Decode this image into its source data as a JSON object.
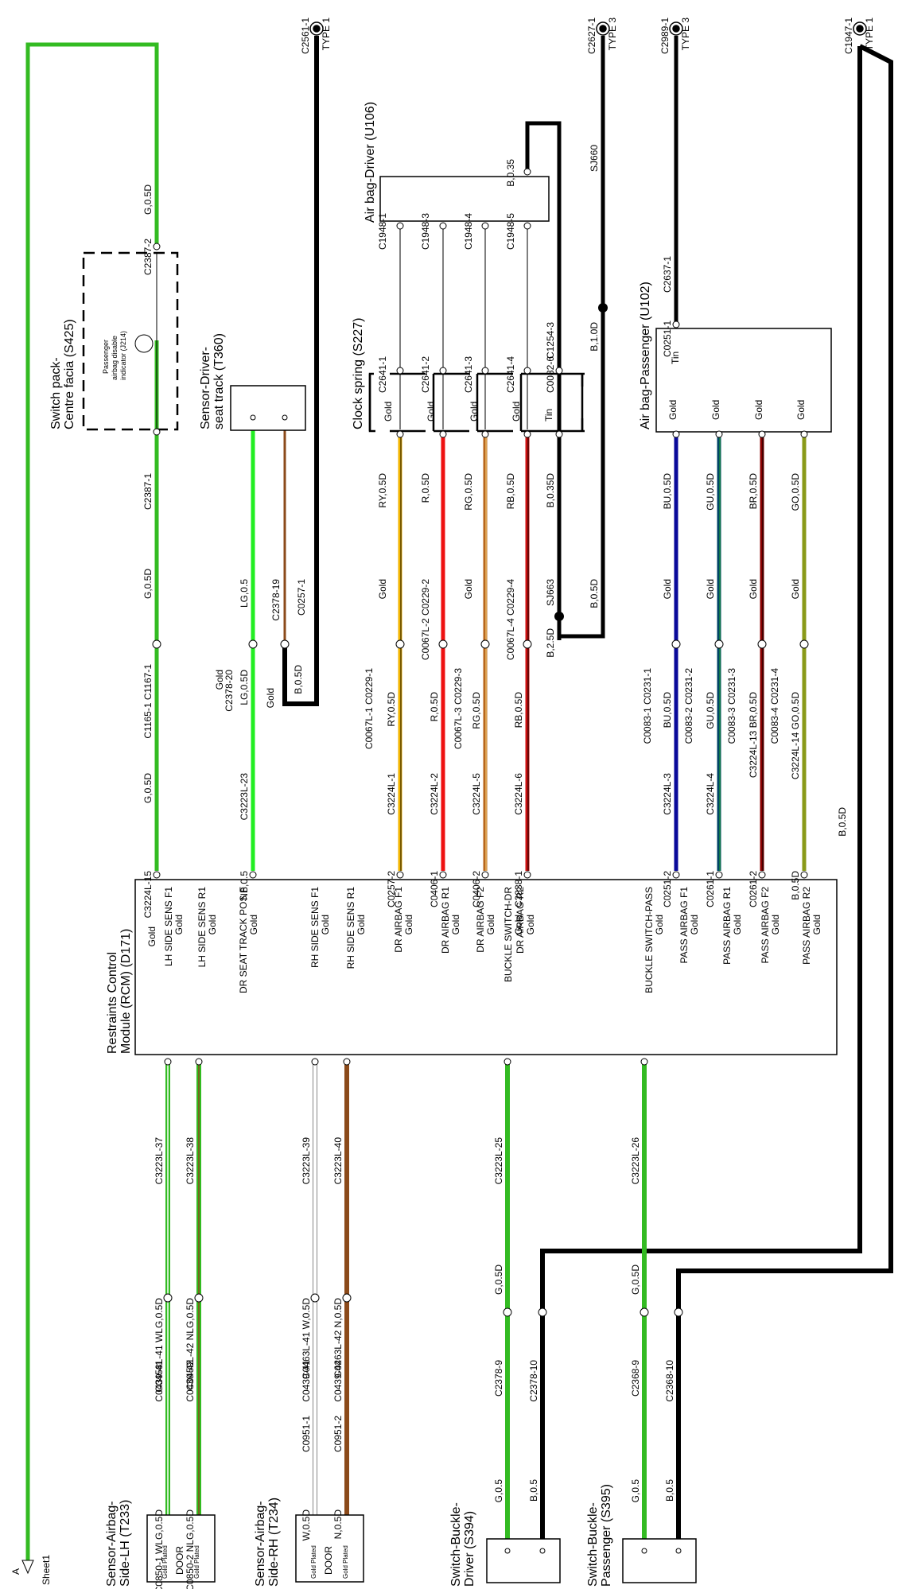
{
  "diagram": {
    "rcm": {
      "title": "Restraints Control Module (RCM) (D171)",
      "pins_top": [
        {
          "label": "Gold",
          "finish": ""
        },
        {
          "label": "LH SIDE SENS F1",
          "finish": "Gold"
        },
        {
          "label": "LH SIDE SENS R1",
          "finish": "Gold"
        },
        {
          "label": "DR SEAT TRACK POS F",
          "finish": "Gold"
        },
        {
          "label": "RH SIDE SENS F1",
          "finish": "Gold"
        },
        {
          "label": "RH SIDE SENS R1",
          "finish": "Gold"
        },
        {
          "label": "DR AIRBAG F1",
          "finish": "Gold"
        },
        {
          "label": "DR AIRBAG R1",
          "finish": "Gold"
        },
        {
          "label": "DR AIRBAG F2",
          "finish": "Gold"
        },
        {
          "label": "BUCKLE SWITCH-DR",
          "finish": "Gold"
        },
        {
          "label": "DR AIRBAG R2",
          "finish": "Gold"
        },
        {
          "label": "BUCKLE SWITCH-PASS",
          "finish": "Gold"
        },
        {
          "label": "PASS AIRBAG F1",
          "finish": "Gold"
        },
        {
          "label": "PASS AIRBAG R1",
          "finish": "Gold"
        },
        {
          "label": "PASS AIRBAG F2",
          "finish": "Gold"
        },
        {
          "label": "PASS AIRBAG R2",
          "finish": "Gold"
        }
      ]
    },
    "components": {
      "switch_pack": {
        "title1": "Switch pack-",
        "title2": "Centre facia (S425)",
        "indicator1": "Passenger",
        "indicator2": "airbag disable",
        "indicator3": "indicator (J214)"
      },
      "seat_track": {
        "title1": "Sensor-Driver-",
        "title2": "seat track (T360)"
      },
      "clock_spring": {
        "title": "Clock spring (S227)",
        "pins": [
          "Gold",
          "Gold",
          "Gold",
          "Gold",
          "Tin"
        ]
      },
      "airbag_driver": {
        "title": "Air bag-Driver (U106)"
      },
      "airbag_passenger": {
        "title": "Air bag-Passenger (U102)",
        "pins": [
          "Gold",
          "Gold",
          "Gold",
          "Gold",
          "Tin"
        ]
      },
      "sensor_lh": {
        "title1": "Sensor-Airbag-",
        "title2": "Side-LH (T233)",
        "box_top": "Gold Plated",
        "box_mid": "DOOR",
        "box_bot": "Gold Plated"
      },
      "sensor_rh": {
        "title1": "Sensor-Airbag-",
        "title2": "Side-RH (T234)",
        "box_top": "Gold Plated",
        "box_mid": "DOOR",
        "box_bot": "Gold Plated"
      },
      "buckle_driver": {
        "title1": "Switch-Buckle-",
        "title2": "Driver (S394)"
      },
      "buckle_passenger": {
        "title1": "Switch-Buckle-",
        "title2": "Passenger (S395)"
      }
    },
    "sheet_ref": {
      "letter": "A",
      "label": "Sheet1"
    },
    "grounds": [
      {
        "id": "C2561-1",
        "type": "TYPE 1"
      },
      {
        "id": "C2627-1",
        "type": "TYPE 3"
      },
      {
        "id": "C2989-1",
        "type": "TYPE 3"
      },
      {
        "id": "C1947-1",
        "type": "TYPE 1"
      }
    ],
    "top_labels": [
      {
        "text": "G,0.5D"
      },
      {
        "text": "C2387-2"
      },
      {
        "text": "C2387-1"
      },
      {
        "text": "G,0.5D"
      },
      {
        "text": "C1165-1 C1167-1"
      },
      {
        "text": "G,0.5D"
      },
      {
        "text": "C3224L-15"
      },
      {
        "text": "LG,0.5"
      },
      {
        "text": "Gold"
      },
      {
        "text": "C2378-20"
      },
      {
        "text": "LG,0.5D"
      },
      {
        "text": "C3223L-23"
      },
      {
        "text": "NB,0.5"
      },
      {
        "text": "C2378-19"
      },
      {
        "text": "Gold"
      },
      {
        "text": "B,0.5D"
      },
      {
        "text": "C0257-1"
      },
      {
        "text": "C1948-1"
      },
      {
        "text": "C2641-1"
      },
      {
        "text": "RY,0.5D"
      },
      {
        "text": "Gold"
      },
      {
        "text": "C0067L-1 C0229-1"
      },
      {
        "text": "RY,0.5D"
      },
      {
        "text": "C3224L-1"
      },
      {
        "text": "C0257-2"
      },
      {
        "text": "C1948-3"
      },
      {
        "text": "C2641-2"
      },
      {
        "text": "R,0.5D"
      },
      {
        "text": "C0067L-2 C0229-2"
      },
      {
        "text": "R,0.5D"
      },
      {
        "text": "C3224L-2"
      },
      {
        "text": "C0406-1"
      },
      {
        "text": "C1948-4"
      },
      {
        "text": "C2641-3"
      },
      {
        "text": "RG,0.5D"
      },
      {
        "text": "Gold"
      },
      {
        "text": "C0067L-3 C0229-3"
      },
      {
        "text": "RG,0.5D"
      },
      {
        "text": "C3224L-5"
      },
      {
        "text": "C0406-2"
      },
      {
        "text": "C1948-5"
      },
      {
        "text": "C2641-4"
      },
      {
        "text": "RB,0.5D"
      },
      {
        "text": "C0067L-4 C0229-4"
      },
      {
        "text": "RB,0.5D"
      },
      {
        "text": "C3224L-6"
      },
      {
        "text": "C2838-1"
      },
      {
        "text": "B,0.35"
      },
      {
        "text": "C1254-3"
      },
      {
        "text": "C0082-6"
      },
      {
        "text": "B,0.35D"
      },
      {
        "text": "SJ663"
      },
      {
        "text": "B,2.5D"
      },
      {
        "text": "SJ660"
      },
      {
        "text": "B,1.0D"
      },
      {
        "text": "B,0.5D"
      },
      {
        "text": "C2637-1"
      },
      {
        "text": "C0251-1"
      },
      {
        "text": "BU,0.5D"
      },
      {
        "text": "Gold"
      },
      {
        "text": "C0083-1 C0231-1"
      },
      {
        "text": "BU,0.5D"
      },
      {
        "text": "C3224L-3"
      },
      {
        "text": "C0251-2"
      },
      {
        "text": "GU,0.5D"
      },
      {
        "text": "Gold"
      },
      {
        "text": "C0083-2 C0231-2"
      },
      {
        "text": "GU,0.5D"
      },
      {
        "text": "C3224L-4"
      },
      {
        "text": "C0261-1"
      },
      {
        "text": "BR,0.5D"
      },
      {
        "text": "Gold"
      },
      {
        "text": "C0083-3 C0231-3"
      },
      {
        "text": "C3224L-13 BR,0.5D"
      },
      {
        "text": "C0261-2"
      },
      {
        "text": "GO,0.5D"
      },
      {
        "text": "Gold"
      },
      {
        "text": "C0083-4 C0231-4"
      },
      {
        "text": "C3224L-14 GO,0.5D"
      },
      {
        "text": "B,0.5D"
      },
      {
        "text": "B,0.5D"
      }
    ],
    "bottom_labels": [
      {
        "text": "C3223L-37"
      },
      {
        "text": "C0458L-41 WLG,0.5D"
      },
      {
        "text": "C0439-41"
      },
      {
        "text": "C0850-1 WLG,0.5D"
      },
      {
        "text": "C3223L-38"
      },
      {
        "text": "C0459L-42 NLG,0.5D"
      },
      {
        "text": "C0439-42"
      },
      {
        "text": "C0850-2 NLG,0.5D"
      },
      {
        "text": "C3223L-39"
      },
      {
        "text": "C0463L-41 W,0.5D"
      },
      {
        "text": "C0439-41"
      },
      {
        "text": "C0951-1"
      },
      {
        "text": "W,0.5D"
      },
      {
        "text": "C3223L-40"
      },
      {
        "text": "C0463L-42 N,0.5D"
      },
      {
        "text": "C0439-42"
      },
      {
        "text": "C0951-2"
      },
      {
        "text": "N,0.5D"
      },
      {
        "text": "C3223L-25"
      },
      {
        "text": "G,0.5D"
      },
      {
        "text": "C2378-9"
      },
      {
        "text": "G,0.5"
      },
      {
        "text": "C2378-10"
      },
      {
        "text": "B,0.5"
      },
      {
        "text": "C3223L-26"
      },
      {
        "text": "G,0.5D"
      },
      {
        "text": "C2368-9"
      },
      {
        "text": "G,0.5"
      },
      {
        "text": "C2368-10"
      },
      {
        "text": "B,0.5"
      }
    ],
    "colors": {
      "green": "#33bb22",
      "light_green": "#22ee22",
      "brown": "#8b4a1a",
      "black": "#000000",
      "yellow": "#f2b400",
      "red": "#ee1111",
      "orange_brown": "#b8661c",
      "dark_red": "#8b0000",
      "blue": "#0a0a9a",
      "teal": "#004466",
      "olive": "#8a9a18"
    }
  }
}
